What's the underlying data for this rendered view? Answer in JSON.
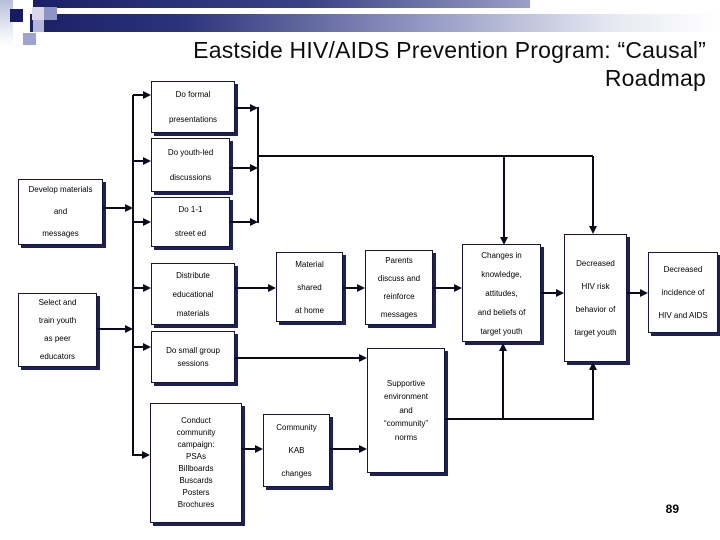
{
  "slide": {
    "title_line1": "Eastside HIV/AIDS Prevention Program: “Causal”",
    "title_line2": "Roadmap",
    "page_number": "89"
  },
  "colors": {
    "accent_navy": "#1b2066",
    "box_shadow": "#1d2155",
    "line": "#0b0b20",
    "background": "#ffffff",
    "text": "#000000"
  },
  "diagram": {
    "boxes": {
      "develop_materials": {
        "label": "Develop materials\nand\nmessages"
      },
      "select_train": {
        "label": "Select and\ntrain youth\nas peer\neducators"
      },
      "do_formal": {
        "label": "Do formal\npresentations"
      },
      "do_youth_led": {
        "label": "Do youth-led\ndiscussions"
      },
      "do_1_1": {
        "label": "Do 1-1\nstreet ed"
      },
      "distribute": {
        "label": "Distribute\neducational\nmaterials"
      },
      "small_group": {
        "label": "Do small group\nsessions"
      },
      "conduct_campaign": {
        "label": "Conduct\ncommunity\ncampaign:\nPSAs\nBillboards\nBuscards\nPosters\nBrochures"
      },
      "material_shared": {
        "label": "Material\nshared\nat home"
      },
      "parents": {
        "label": "Parents\ndiscuss and\nreinforce\nmessages"
      },
      "community_kab": {
        "label": "Community\nKAB\nchanges"
      },
      "supportive_env": {
        "label": "Supportive\nenvironment\nand\n“community”\nnorms"
      },
      "changes_kab_youth": {
        "label": "Changes in\nknowledge,\nattitudes,\nand beliefs of\ntarget youth"
      },
      "decreased_risk": {
        "label": "Decreased\nHIV risk\nbehavior of\ntarget youth"
      },
      "decreased_incidence": {
        "label": "Decreased\nincidence of\nHIV and AIDS"
      }
    },
    "edges": [
      {
        "from": "develop_materials",
        "to": "activity_trunk"
      },
      {
        "from": "select_train",
        "to": "activity_trunk"
      },
      {
        "from": "activity_trunk",
        "to": "do_formal"
      },
      {
        "from": "activity_trunk",
        "to": "do_youth_led"
      },
      {
        "from": "activity_trunk",
        "to": "do_1_1"
      },
      {
        "from": "activity_trunk",
        "to": "distribute"
      },
      {
        "from": "activity_trunk",
        "to": "small_group"
      },
      {
        "from": "activity_trunk",
        "to": "conduct_campaign"
      },
      {
        "from": "do_formal",
        "to": "merge_line"
      },
      {
        "from": "do_youth_led",
        "to": "merge_line"
      },
      {
        "from": "do_1_1",
        "to": "merge_line"
      },
      {
        "from": "merge_line",
        "to": "changes_kab_youth"
      },
      {
        "from": "merge_line",
        "to": "decreased_risk"
      },
      {
        "from": "distribute",
        "to": "material_shared"
      },
      {
        "from": "material_shared",
        "to": "parents"
      },
      {
        "from": "parents",
        "to": "changes_kab_youth"
      },
      {
        "from": "small_group",
        "to": "supportive_env"
      },
      {
        "from": "conduct_campaign",
        "to": "community_kab"
      },
      {
        "from": "community_kab",
        "to": "supportive_env"
      },
      {
        "from": "supportive_env",
        "to": "changes_kab_youth"
      },
      {
        "from": "supportive_env",
        "to": "decreased_risk"
      },
      {
        "from": "changes_kab_youth",
        "to": "decreased_risk"
      },
      {
        "from": "decreased_risk",
        "to": "decreased_incidence"
      }
    ]
  }
}
